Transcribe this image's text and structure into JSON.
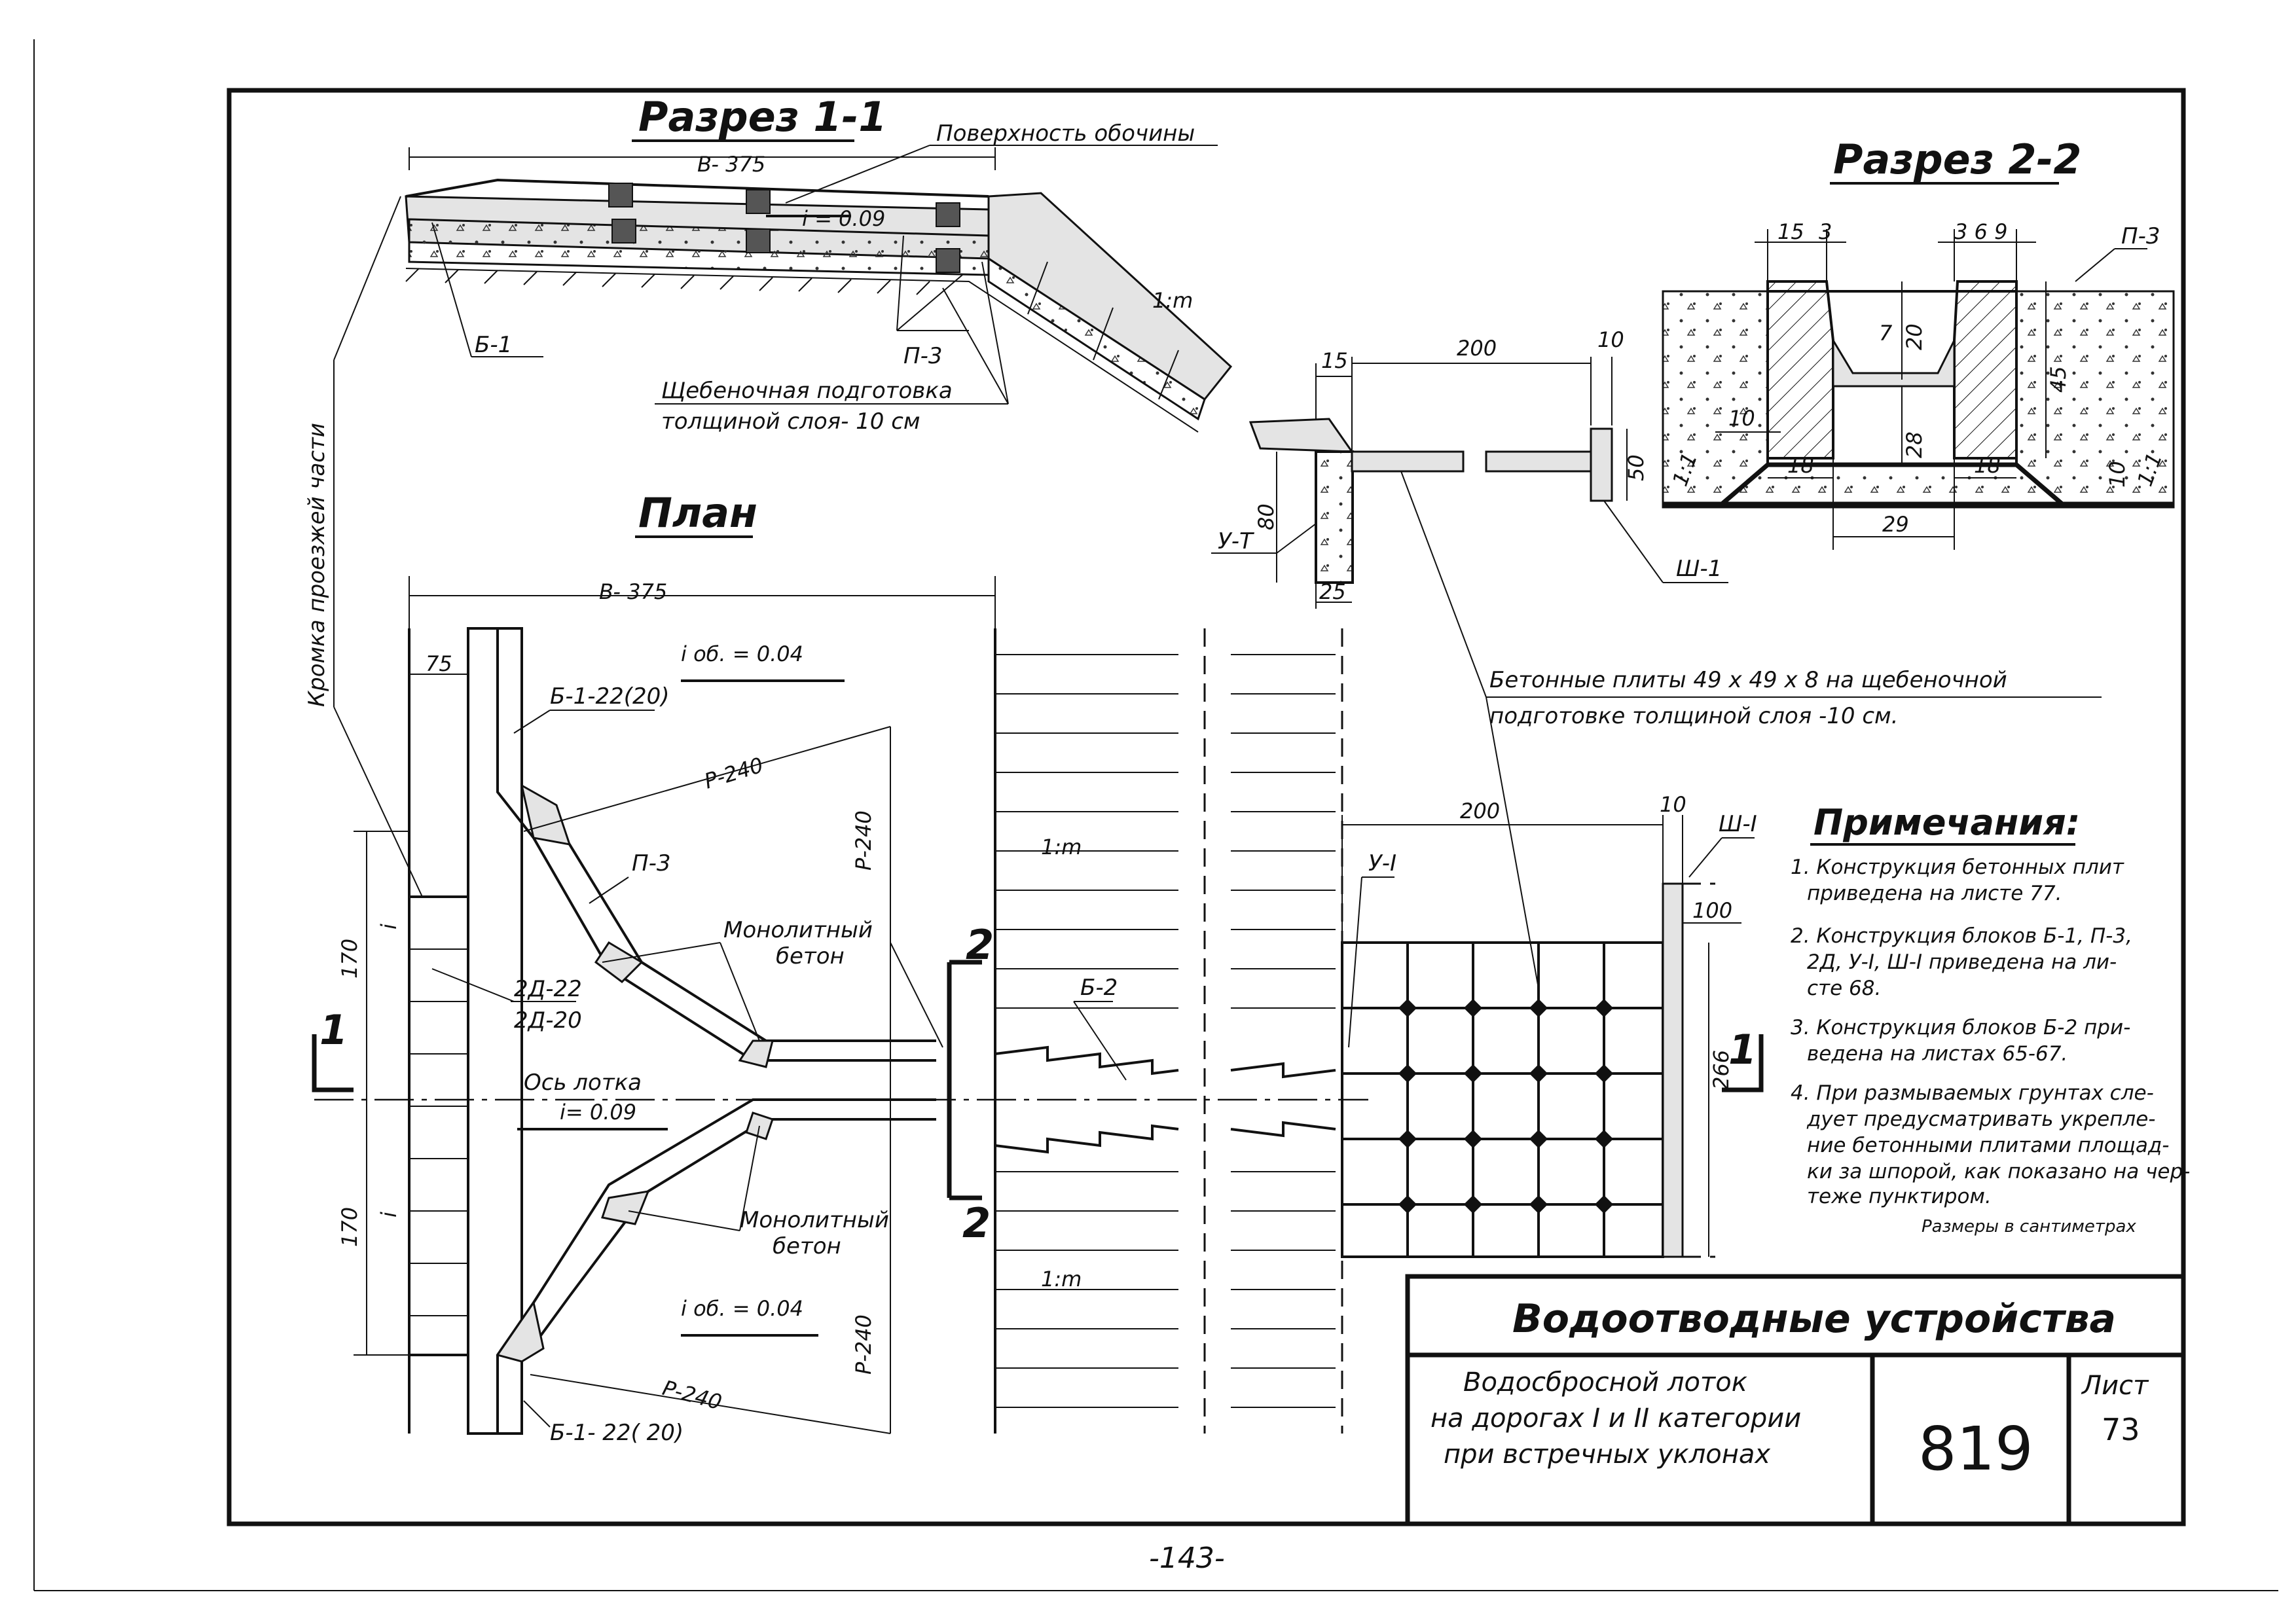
{
  "section_1_1": {
    "title": "Разрез 1-1",
    "label_surface": "Поверхность обочины",
    "dim_b": "B- 375",
    "slope": "i = 0.09",
    "ratio": "1:m",
    "label_b1": "Б-1",
    "label_p3": "П-3",
    "label_gravel_1": "Щебеночная подготовка",
    "label_gravel_2": "толщиной слоя- 10 см"
  },
  "edge_label": "Кромка проезжей части",
  "plan": {
    "title": "План",
    "dim_b": "B- 375",
    "dim_75": "75",
    "slope_top": "i об. = 0.04",
    "slope_bottom": "i об. = 0.04",
    "label_b1_top": "Б-1-22(20)",
    "label_b1_bottom": "Б-1- 22( 20)",
    "r_top": "Р-240",
    "r_vert_top": "Р-240",
    "r_bottom": "Р-240",
    "r_vert_bottom": "Р-240",
    "label_p3": "П-3",
    "label_2d_1": "2Д-22",
    "label_2d_2": "2Д-20",
    "label_mono_top_1": "Монолитный",
    "label_mono_top_2": "бетон",
    "label_mono_bot_1": "Монолитный",
    "label_mono_bot_2": "бетон",
    "axis_label": "Ось лотка",
    "axis_slope": "i= 0.09",
    "dim_170_top": "170",
    "dim_170_bottom": "170",
    "ratio_top": "1:m",
    "ratio_bottom": "1:m",
    "label_b2": "Б-2",
    "section_mark_1": "1",
    "section_mark_2": "2",
    "dim_200": "200",
    "dim_10": "10",
    "dim_100": "100",
    "dim_266": "266",
    "label_u1": "У-I",
    "label_sh1": "Ш-I",
    "i_symbol": "i"
  },
  "detail": {
    "dim_15": "15",
    "dim_200": "200",
    "dim_10": "10",
    "dim_80": "80",
    "dim_50": "50",
    "dim_25": "25",
    "label_ut": "У-Т",
    "label_sh1": "Ш-1"
  },
  "section_2_2": {
    "title": "Разрез 2-2",
    "dim_15": "15",
    "dim_3": "3",
    "dim_369": "3 6 9",
    "label_p3": "П-3",
    "dim_20": "20",
    "dim_7": "7",
    "dim_45": "45",
    "dim_10a": "10",
    "dim_10b": "10",
    "dim_28": "28",
    "dim_18a": "18",
    "dim_18b": "18",
    "dim_29": "29",
    "ratio_left": "1:1",
    "ratio_right": "1:1"
  },
  "concrete_plates": {
    "line1": "Бетонные плиты 49 х 49 х 8 на щебеночной",
    "line2": "подготовке толщиной слоя -10 см."
  },
  "notes": {
    "title": "Примечания:",
    "items": [
      "1. Конструкция бетонных плит",
      "приведена на листе 77.",
      "2. Конструкция блоков Б-1, П-3,",
      "2Д, У-I, Ш-I приведена на ли-",
      "сте 68.",
      "3. Конструкция блоков Б-2 при-",
      "ведена на листах 65-67.",
      "4. При размываемых грунтах сле-",
      "дует предусматривать укрепле-",
      "ние бетонными плитами площад-",
      "ки за шпорой, как показано на чер-",
      "теже пунктиром."
    ],
    "units": "Размеры в сантиметрах"
  },
  "title_block": {
    "title": "Водоотводные устройства",
    "sub1": "Водосбросной лоток",
    "sub2": "на дорогах I и II категории",
    "sub3": "при встречных уклонах",
    "number": "819",
    "sheet_label": "Лист",
    "sheet_number": "73"
  },
  "page_number": "-143-"
}
